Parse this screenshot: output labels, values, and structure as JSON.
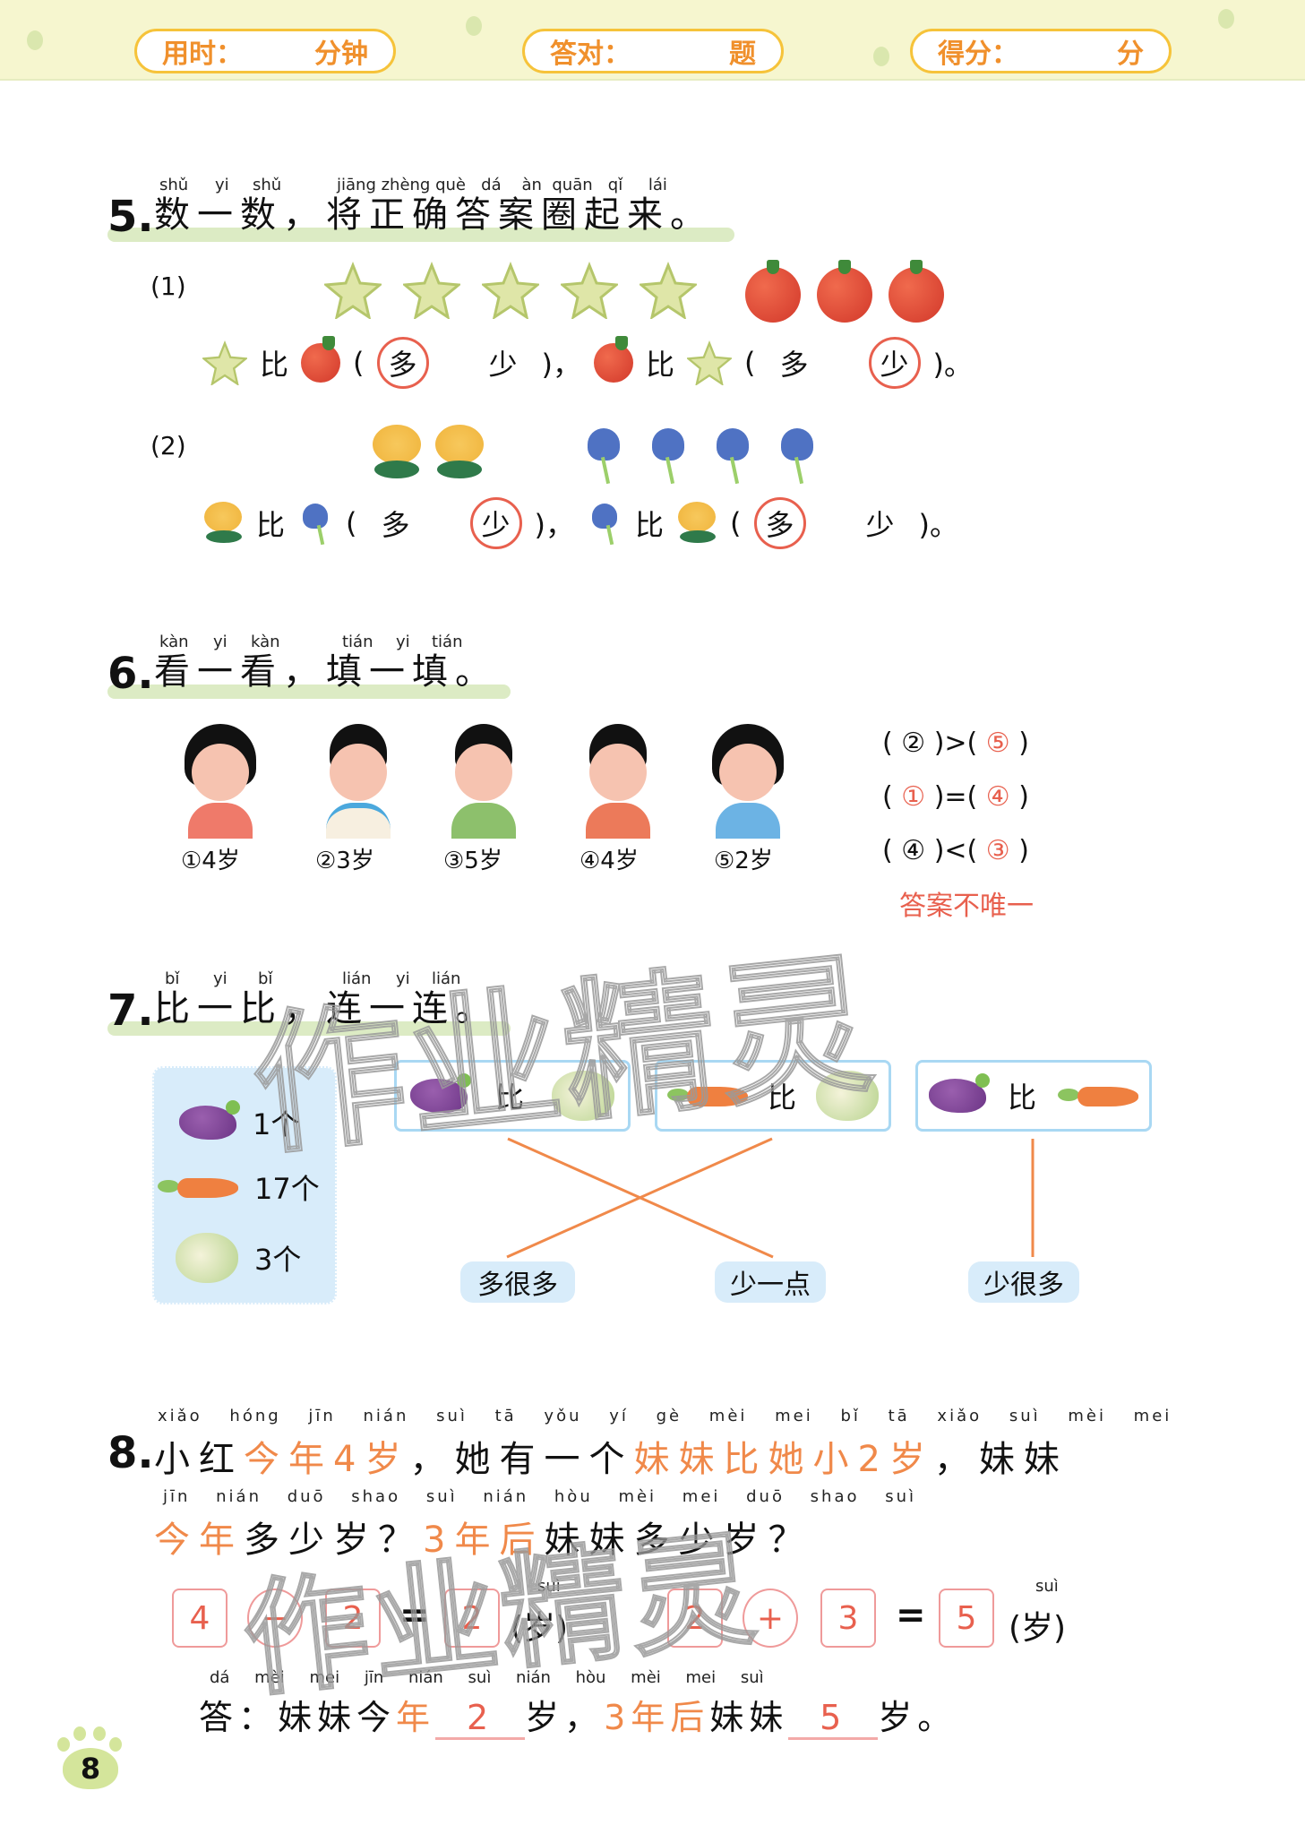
{
  "header": {
    "time_label": "用时：",
    "time_unit": "分钟",
    "correct_label": "答对：",
    "correct_unit": "题",
    "score_label": "得分：",
    "score_unit": "分"
  },
  "q5": {
    "num": "5.",
    "title": "数一数，将正确答案圈起来。",
    "pinyin": [
      "shǔ",
      "yi",
      "shǔ",
      "jiāng",
      "zhèng",
      "què",
      "dá",
      "àn",
      "quān",
      "qǐ",
      "lái"
    ],
    "part1": {
      "label": "(1)",
      "starfruit_count": 5,
      "tomato_count": 3,
      "bi": "比",
      "more": "多",
      "less": "少",
      "close1": ")，",
      "close2": ")。",
      "open": "(",
      "answer1_circled": "多",
      "answer2_circled": "少"
    },
    "part2": {
      "label": "(2)",
      "chrysanthemum_count": 2,
      "iris_count": 4,
      "answer1_circled": "少",
      "answer2_circled": "多"
    }
  },
  "q6": {
    "num": "6.",
    "title": "看一看，填一填。",
    "pinyin": [
      "kàn",
      "yi",
      "kàn",
      "tián",
      "yi",
      "tián"
    ],
    "kids": [
      {
        "label": "①4岁"
      },
      {
        "label": "②3岁"
      },
      {
        "label": "③5岁"
      },
      {
        "label": "④4岁"
      },
      {
        "label": "⑤2岁"
      }
    ],
    "comparisons": [
      {
        "left": "②",
        "op": ">",
        "right": "⑤"
      },
      {
        "left": "①",
        "op": "=",
        "right": "④"
      },
      {
        "left": "④",
        "op": "<",
        "right": "③"
      }
    ],
    "note": "答案不唯一"
  },
  "q7": {
    "num": "7.",
    "title": "比一比，连一连。",
    "pinyin": [
      "bǐ",
      "yi",
      "bǐ",
      "lián",
      "yi",
      "lián"
    ],
    "legend": [
      {
        "veg": "eggplant",
        "count": "1个"
      },
      {
        "veg": "carrot",
        "count": "17个"
      },
      {
        "veg": "cabbage",
        "count": "3个"
      }
    ],
    "compare_word": "比",
    "answers": [
      "多很多",
      "少一点",
      "少很多"
    ]
  },
  "q8": {
    "num": "8.",
    "line1_pinyin": "xiǎo hóng jīn nián suì tā yǒu yí gè mèi mei bǐ tā xiǎo suì mèi mei",
    "line1": {
      "a": "小红",
      "b": "今年4岁",
      "c": "，她有一个",
      "d": "妹妹比她小2岁",
      "e": "，妹妹"
    },
    "line2_pinyin": "jīn nián duō shao suì nián hòu mèi mei duō shao suì",
    "line2": {
      "a": "今年",
      "b": "多少岁？",
      "c": "3年后",
      "d": "妹妹多少岁？"
    },
    "eq1": {
      "a": "4",
      "op": "−",
      "b": "2",
      "eq": "=",
      "r": "2",
      "unit": "(岁)",
      "unit_py": "suì"
    },
    "eq2": {
      "a": "2",
      "op": "+",
      "b": "3",
      "eq": "=",
      "r": "5",
      "unit": "(岁)",
      "unit_py": "suì"
    },
    "answer": {
      "prefix": "答：",
      "p1": "妹妹今",
      "p2": "年",
      "blank1": "2",
      "p3": "岁，",
      "p4": "3年后",
      "p5": "妹妹",
      "blank2": "5",
      "p6": "岁。",
      "pinyin": "dá mèi mei jīn nián suì nián hòu mèi mei suì"
    }
  },
  "watermark": "作业精灵",
  "page_number": "8",
  "colors": {
    "accent_orange": "#f0894a",
    "answer_red": "#e8604e",
    "band": "#f6f6cf",
    "heading_bar": "#dcebc4"
  }
}
